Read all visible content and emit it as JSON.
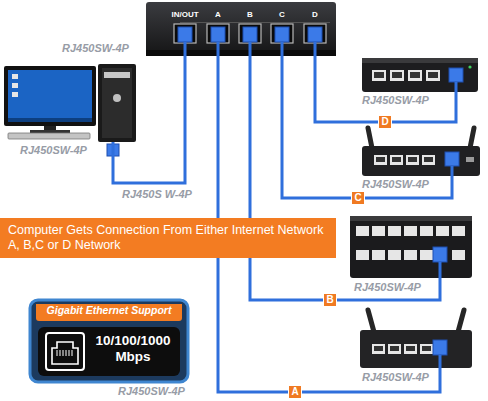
{
  "diagram": {
    "nodes": [
      {
        "text": [
          "IN/OUT",
          "A",
          "B",
          "C",
          "D"
        ]
      },
      {
        "text": [
          "RJ450SW-4P"
        ]
      },
      {
        "text": [
          "RJ450SW-4P"
        ]
      },
      {
        "text": [
          "RJ450SW-4P"
        ]
      },
      {
        "text": [
          "Computer Gets Connection From Either Internet Network A, B,C or D Network"
        ]
      },
      {
        "text": [
          "RJ450SW-4P"
        ]
      },
      {
        "text": [
          "Gigabit Ethernet Support",
          "10/100/1000 Mbps"
        ]
      },
      {
        "text": [
          "RJ450SW-4P"
        ]
      }
    ],
    "edges": [
      {
        "from": 0,
        "to": 2,
        "arrow": "none"
      },
      {
        "from": 0,
        "to": 1,
        "label": "D",
        "arrow": "none"
      },
      {
        "from": 0,
        "to": 3,
        "label": "C",
        "arrow": "none"
      },
      {
        "from": 0,
        "to": 5,
        "label": "B",
        "arrow": "none"
      },
      {
        "from": 0,
        "to": 7,
        "label": "A",
        "arrow": "none"
      }
    ],
    "labels": [
      "RJ450SW-4P",
      "RJ450S W-4P",
      "RJ450SW-4P"
    ]
  }
}
